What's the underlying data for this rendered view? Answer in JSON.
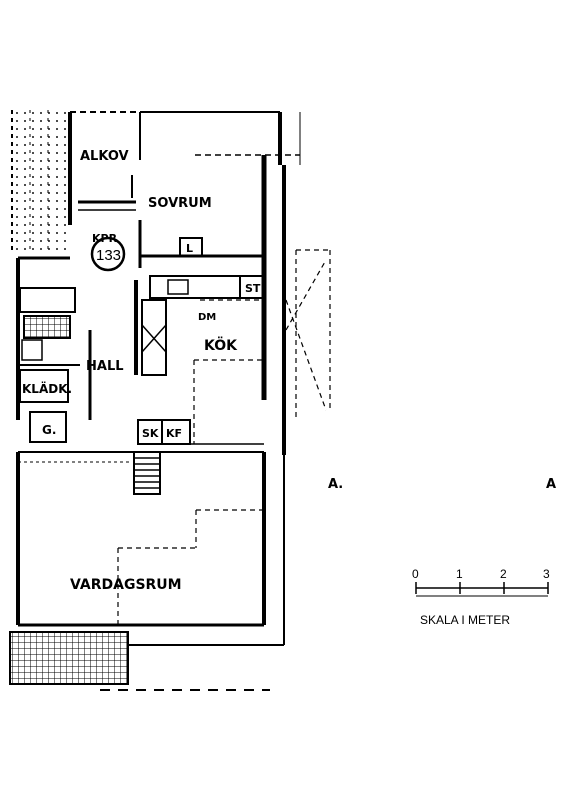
{
  "rooms": {
    "alkov": "ALKOV",
    "sovrum": "SOVRUM",
    "kok": "KÖK",
    "hall": "HALL",
    "kladk": "KLÄDK.",
    "g": "G.",
    "vardagsrum": "VARDAGSRUM"
  },
  "fixtures": {
    "kpr": "KPR",
    "unit_number": "133",
    "l": "L",
    "st": "ST",
    "dm": "DM",
    "sk": "SK",
    "kf": "KF"
  },
  "section_marker": {
    "left": "A.",
    "right": "A"
  },
  "scale": {
    "ticks": [
      "0",
      "1",
      "2",
      "3"
    ],
    "label": "SKALA I METER"
  }
}
